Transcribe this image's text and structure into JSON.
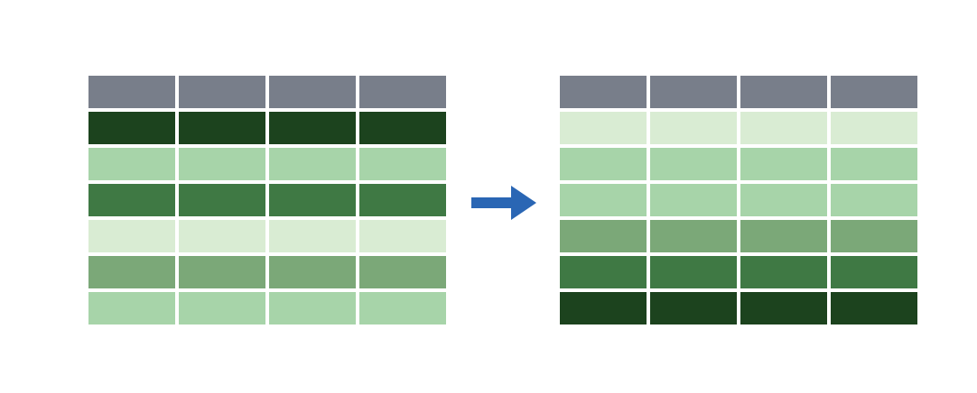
{
  "colors": {
    "header": "#787e8a",
    "darkest_green": "#1c431e",
    "dark_green": "#3f7944",
    "mid_green": "#7ba878",
    "light_green": "#a7d4a9",
    "lightest_green": "#d9ecd3",
    "arrow": "#2a66b4"
  },
  "columns": 4,
  "tables": {
    "before": {
      "rows": [
        "header",
        "darkest_green",
        "light_green",
        "dark_green",
        "lightest_green",
        "mid_green",
        "light_green"
      ]
    },
    "after": {
      "rows": [
        "header",
        "lightest_green",
        "light_green",
        "light_green",
        "mid_green",
        "dark_green",
        "darkest_green"
      ]
    }
  },
  "arrow_icon": "right-arrow-icon"
}
